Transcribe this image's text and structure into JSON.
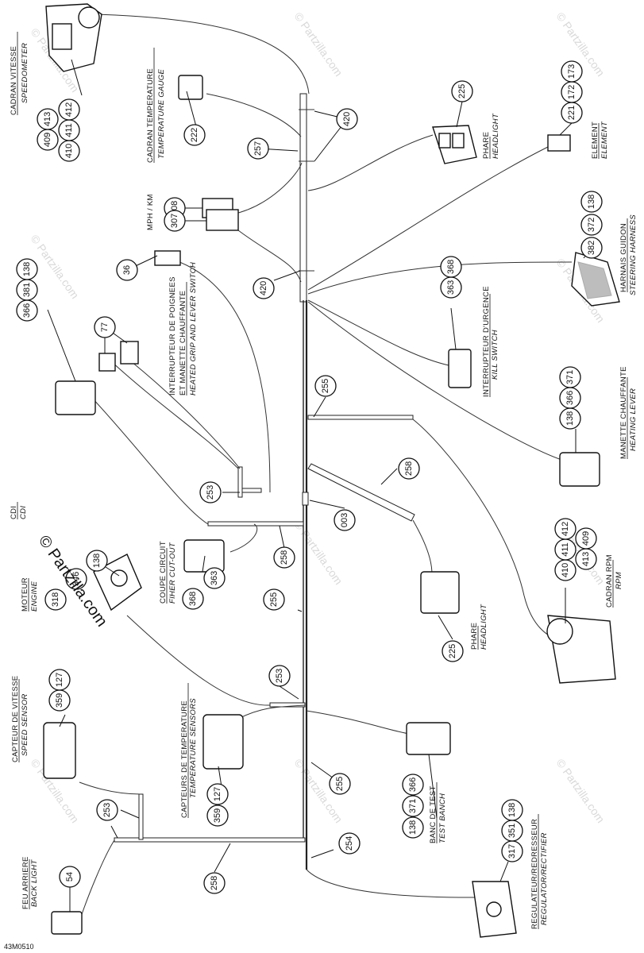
{
  "diagram_code": "43M0510",
  "brand": "© Partzilla.com",
  "watermark": "© Partzilla.com",
  "labels": {
    "speedometer_fr": "CADRAN VITESSE",
    "speedometer_en": "SPEEDOMETER",
    "temp_gauge_fr": "CADRAN TEMPERATURE",
    "temp_gauge_en": "TEMPERATURE GAUGE",
    "mph_km": "MPH / KM",
    "heated_grip_fr1": "INTERRUPTEUR DE POIGNEES",
    "heated_grip_fr2": "ET MANETTE CHAUFFANTE",
    "heated_grip_en": "HEATED GRIP AND LEVER SWITCH",
    "cdi_fr": "CDI",
    "cdi_en": "CDI",
    "engine_fr": "MOTEUR",
    "engine_en": "ENGINE",
    "speed_sensor_fr": "CAPTEUR DE VITESSE",
    "speed_sensor_en": "SPEED SENSOR",
    "back_light_fr": "FEU ARRIERE",
    "back_light_en": "BACK LIGHT",
    "fiber_cut_fr": "COUPE CIRCUIT",
    "fiber_cut_en": "FIHER CUT-OUT",
    "temp_sensors_fr": "CAPTEURS DE TEMPERATURE",
    "temp_sensors_en": "TEMPERATURE SENSORS",
    "headlight_top_fr": "PHARE",
    "headlight_top_en": "HEADLIGHT",
    "element_fr": "ELEMENT",
    "element_en": "ELEMENT",
    "steering_fr": "HARNAIS GUIDON",
    "steering_en": "STEERING HARNESS",
    "kill_switch_fr": "INTERRUPTEUR D'URGENCE",
    "kill_switch_en": "KILL SWITCH",
    "heating_lever_fr": "MANETTE CHAUFFANTE",
    "heating_lever_en": "HEATING LEVER",
    "rpm_fr": "CADRAN RPM",
    "rpm_en": "RPM",
    "headlight_mid_fr": "PHARE",
    "headlight_mid_en": "HEADLIGHT",
    "test_bench_fr": "BANC DE TEST",
    "test_bench_en": "TEST BANCH",
    "regulator_fr": "REGULATEUR/REDRESSEUR",
    "regulator_en": "REGULATOR/RECTIFIER"
  },
  "callouts": {
    "c409": "409",
    "c413": "413",
    "c410": "410",
    "c411": "411",
    "c412": "412",
    "c222": "222",
    "c257": "257",
    "c420a": "420",
    "c225a": "225",
    "c221": "221",
    "c172": "172",
    "c173": "173",
    "c308": "308",
    "c307": "307",
    "c420b": "420",
    "c382": "382",
    "c372": "372",
    "c138a": "138",
    "c36": "36",
    "c77": "77",
    "c363a": "363",
    "c368a": "368",
    "c366a": "366",
    "c381": "381",
    "c138b": "138",
    "c255a": "255",
    "c138c": "138",
    "c366b": "366",
    "c371a": "371",
    "c253a": "253",
    "c003": "003",
    "c258a": "258",
    "c258b": "258",
    "c318": "318",
    "c346": "346",
    "c138d": "138",
    "c368b": "368",
    "c363b": "363",
    "c410b": "410",
    "c411b": "411",
    "c412b": "412",
    "c413b": "413",
    "c409b": "409",
    "c255b": "255",
    "c225b": "225",
    "c253b": "253",
    "c359a": "359",
    "c127a": "127",
    "c359b": "359",
    "c127b": "127",
    "c138e": "138",
    "c371b": "371",
    "c366c": "366",
    "c253c": "253",
    "c255c": "255",
    "c254": "254",
    "c54": "54",
    "c258c": "258",
    "c317": "317",
    "c351": "351",
    "c138f": "138"
  }
}
